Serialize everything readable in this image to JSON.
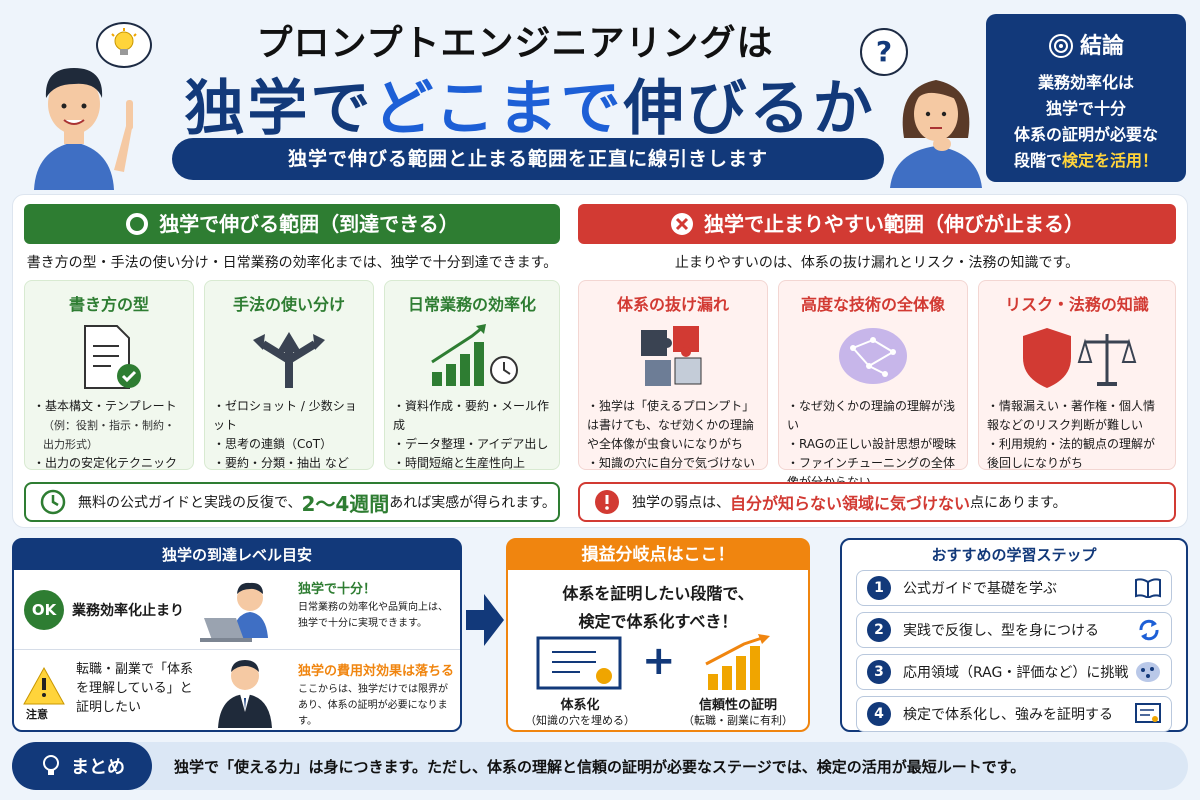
{
  "header": {
    "title_line1": "プロンプトエンジニアリングは",
    "title_line2_a": "独学で",
    "title_line2_b": "どこまで",
    "title_line2_c": "伸びるか",
    "subtitle": "独学で伸びる範囲と止まる範囲を正直に線引きします",
    "question_mark": "?"
  },
  "conclusion": {
    "heading": "結論",
    "lines": [
      "業務効率化は",
      "独学で十分",
      "体系の証明が必要な"
    ],
    "last_prefix": "段階で",
    "last_highlight": "検定を活用！"
  },
  "left_section": {
    "heading": "独学で伸びる範囲（到達できる）",
    "intro": "書き方の型・手法の使い分け・日常業務の効率化までは、独学で十分到達できます。",
    "cards": [
      {
        "title": "書き方の型",
        "icon": "document-check-icon",
        "bullets": [
          "基本構文・テンプレート",
          "出力の安定化テクニック"
        ],
        "sub": "（例：役割・指示・制約・出力形式）"
      },
      {
        "title": "手法の使い分け",
        "icon": "branching-arrows-icon",
        "bullets": [
          "ゼロショット / 少数ショット",
          "思考の連鎖（CoT）",
          "要約・分類・抽出 など"
        ]
      },
      {
        "title": "日常業務の効率化",
        "icon": "growth-chart-clock-icon",
        "bullets": [
          "資料作成・要約・メール作成",
          "データ整理・アイデア出し",
          "時間短縮と生産性向上"
        ]
      }
    ],
    "tip_pre": "無料の公式ガイドと実践の反復で、",
    "tip_big": "2〜4週間",
    "tip_post": "あれば実感が得られます。"
  },
  "right_section": {
    "heading": "独学で止まりやすい範囲（伸びが止まる）",
    "intro": "止まりやすいのは、体系の抜け漏れとリスク・法務の知識です。",
    "cards": [
      {
        "title": "体系の抜け漏れ",
        "icon": "puzzle-icon",
        "bullets": [
          "独学は「使えるプロンプト」は書けても、なぜ効くかの理論や全体像が虫食いになりがち",
          "知識の穴に自分で気づけない"
        ]
      },
      {
        "title": "高度な技術の全体像",
        "icon": "brain-network-icon",
        "bullets": [
          "なぜ効くかの理論の理解が浅い",
          "RAGの正しい設計思想が曖昧",
          "ファインチューニングの全体像が分からない"
        ]
      },
      {
        "title": "リスク・法務の知識",
        "icon": "shield-scale-icon",
        "bullets": [
          "情報漏えい・著作権・個人情報などのリスク判断が難しい",
          "利用規約・法的観点の理解が後回しになりがち"
        ]
      }
    ],
    "tip_pre": "独学の弱点は、",
    "tip_red": "自分が知らない領域に気づけない",
    "tip_post": "点にあります。"
  },
  "level_box": {
    "heading": "独学の到達レベル目安",
    "row1": {
      "badge": "OK",
      "label": "業務効率化止まり",
      "title": "独学で十分！",
      "desc": "日常業務の効率化や品質向上は、独学で十分に実現できます。"
    },
    "row2": {
      "badge": "注意",
      "label": "転職・副業で「体系を理解している」と証明したい",
      "title": "独学の費用対効果は落ちる",
      "desc": "ここからは、独学だけでは限界があり、体系の証明が必要になります。"
    }
  },
  "breakeven_box": {
    "heading": "損益分岐点はここ！",
    "main1": "体系を証明したい段階で、",
    "main2": "検定で体系化すべき！",
    "left_label": "体系化",
    "left_sub": "（知識の穴を埋める）",
    "right_label": "信頼性の証明",
    "right_sub": "（転職・副業に有利）"
  },
  "steps_box": {
    "heading": "おすすめの学習ステップ",
    "steps": [
      {
        "num": "1",
        "label": "公式ガイドで基礎を学ぶ",
        "icon": "book-icon"
      },
      {
        "num": "2",
        "label": "実践で反復し、型を身につける",
        "icon": "cycle-icon"
      },
      {
        "num": "3",
        "label": "応用領域（RAG・評価など）に挑戦",
        "icon": "brain-icon"
      },
      {
        "num": "4",
        "label": "検定で体系化し、強みを証明する",
        "icon": "certificate-icon"
      }
    ]
  },
  "summary": {
    "label": "まとめ",
    "text": "独学で「使える力」は身につきます。ただし、体系の理解と信頼の証明が必要なステージでは、検定の活用が最短ルートです。"
  },
  "colors": {
    "navy": "#12397a",
    "green": "#2e7d32",
    "red": "#d23a33",
    "orange": "#f0850f",
    "highlight": "#ffd43b"
  }
}
